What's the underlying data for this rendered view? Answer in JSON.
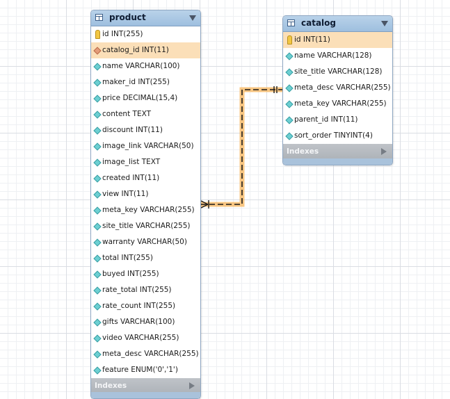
{
  "tables": {
    "product": {
      "title": "product",
      "columns": [
        {
          "label": "id INT(255)",
          "key": "pk"
        },
        {
          "label": "catalog_id INT(11)",
          "key": "fk"
        },
        {
          "label": "name VARCHAR(100)",
          "key": "col"
        },
        {
          "label": "maker_id INT(255)",
          "key": "col"
        },
        {
          "label": "price DECIMAL(15,4)",
          "key": "col"
        },
        {
          "label": "content TEXT",
          "key": "col"
        },
        {
          "label": "discount INT(11)",
          "key": "col"
        },
        {
          "label": "image_link VARCHAR(50)",
          "key": "col"
        },
        {
          "label": "image_list TEXT",
          "key": "col"
        },
        {
          "label": "created INT(11)",
          "key": "col"
        },
        {
          "label": "view INT(11)",
          "key": "col"
        },
        {
          "label": "meta_key VARCHAR(255)",
          "key": "col"
        },
        {
          "label": "site_title VARCHAR(255)",
          "key": "col"
        },
        {
          "label": "warranty VARCHAR(50)",
          "key": "col"
        },
        {
          "label": "total INT(255)",
          "key": "col"
        },
        {
          "label": "buyed INT(255)",
          "key": "col"
        },
        {
          "label": "rate_total INT(255)",
          "key": "col"
        },
        {
          "label": "rate_count INT(255)",
          "key": "col"
        },
        {
          "label": "gifts VARCHAR(100)",
          "key": "col"
        },
        {
          "label": "video VARCHAR(255)",
          "key": "col"
        },
        {
          "label": "meta_desc VARCHAR(255)",
          "key": "col"
        },
        {
          "label": "feature ENUM('0','1')",
          "key": "col"
        }
      ],
      "indexes_label": "Indexes"
    },
    "catalog": {
      "title": "catalog",
      "columns": [
        {
          "label": "id INT(11)",
          "key": "pk"
        },
        {
          "label": "name VARCHAR(128)",
          "key": "col"
        },
        {
          "label": "site_title VARCHAR(128)",
          "key": "col"
        },
        {
          "label": "meta_desc VARCHAR(255)",
          "key": "col"
        },
        {
          "label": "meta_key VARCHAR(255)",
          "key": "col"
        },
        {
          "label": "parent_id INT(11)",
          "key": "col"
        },
        {
          "label": "sort_order TINYINT(4)",
          "key": "col"
        }
      ],
      "indexes_label": "Indexes"
    }
  },
  "relationship": {
    "from": "product.catalog_id",
    "to": "catalog.id",
    "cardinality": "many-to-one",
    "highlight_color": "#f7b45a",
    "line_color": "#1a1a1a"
  },
  "icons": {
    "table": "table-icon",
    "primary_key": "key-icon",
    "foreign_key": "diamond-fk-icon",
    "column": "diamond-icon",
    "collapse": "triangle-down-icon",
    "expand_indexes": "triangle-right-icon"
  }
}
